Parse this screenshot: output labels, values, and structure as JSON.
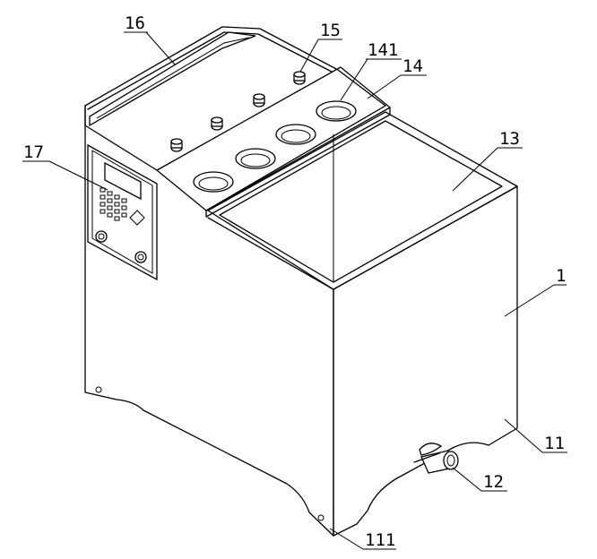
{
  "figure": {
    "labels": [
      {
        "id": "label-16",
        "text": "16"
      },
      {
        "id": "label-15",
        "text": "15"
      },
      {
        "id": "label-141",
        "text": "141"
      },
      {
        "id": "label-14",
        "text": "14"
      },
      {
        "id": "label-17",
        "text": "17"
      },
      {
        "id": "label-13",
        "text": "13"
      },
      {
        "id": "label-1",
        "text": "1"
      },
      {
        "id": "label-11",
        "text": "11"
      },
      {
        "id": "label-12",
        "text": "12"
      },
      {
        "id": "label-111",
        "text": "111"
      }
    ]
  }
}
